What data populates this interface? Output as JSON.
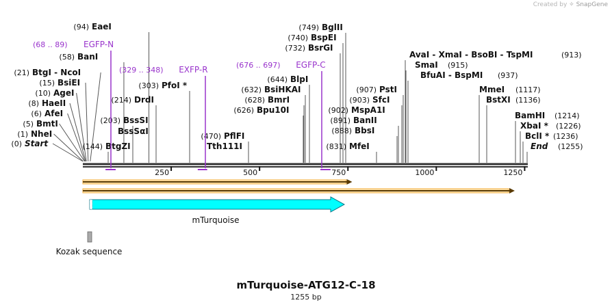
{
  "credit": {
    "text": "Created by",
    "brand": "SnapGene"
  },
  "title": "mTurquoise-ATG12-C-18",
  "subtitle": "1255 bp",
  "sequence_length": 1255,
  "colors": {
    "feature_cds": "#00ffff",
    "primer": "#9933cc",
    "orf": "#f5b041",
    "kozak": "#aaaaaa",
    "backbone": "#333333"
  },
  "ruler_ticks": [
    {
      "pos": 250,
      "label": "250"
    },
    {
      "pos": 500,
      "label": "500"
    },
    {
      "pos": 750,
      "label": "750"
    },
    {
      "pos": 1000,
      "label": "1000"
    },
    {
      "pos": 1250,
      "label": "1250"
    }
  ],
  "left_labels": [
    {
      "num": "(0)",
      "name": "Start",
      "italic": true,
      "pos": 0
    },
    {
      "num": "(1)",
      "name": "NheI",
      "pos": 1
    },
    {
      "num": "(5)",
      "name": "BmtI",
      "pos": 5
    },
    {
      "num": "(6)",
      "name": "AfeI",
      "pos": 6
    },
    {
      "num": "(8)",
      "name": "HaeII",
      "pos": 8
    },
    {
      "num": "(10)",
      "name": "AgeI",
      "pos": 10
    },
    {
      "num": "(15)",
      "name": "BsiEI",
      "pos": 15
    },
    {
      "num": "(21)",
      "name": "BtgI  -  NcoI",
      "pos": 21
    },
    {
      "num": "(58)",
      "name": "BanI",
      "pos": 58
    },
    {
      "num": "(94)",
      "name": "EaeI",
      "pos": 94
    }
  ],
  "mid_labels": [
    {
      "num": "(144)",
      "name": "BtgZI",
      "pos": 144,
      "num_first": true
    },
    {
      "num": "(203)",
      "name": "BssSI",
      "pos": 203,
      "num_first": true
    },
    {
      "num": "",
      "name": "BssSαI",
      "pos": 203,
      "num_first": true
    },
    {
      "num": "(214)",
      "name": "DrdI",
      "pos": 214,
      "num_first": true
    },
    {
      "num": "(303)",
      "name": "PfoI *",
      "pos": 303,
      "num_first": true
    },
    {
      "num": "(470)",
      "name": "PflFI",
      "pos": 470,
      "num_first": true
    },
    {
      "num": "",
      "name": "Tth111I",
      "pos": 470,
      "num_first": true
    },
    {
      "num": "(626)",
      "name": "Bpu10I",
      "pos": 626,
      "num_first": true
    },
    {
      "num": "(628)",
      "name": "BmrI",
      "pos": 628,
      "num_first": true
    },
    {
      "num": "(632)",
      "name": "BsiHKAI",
      "pos": 632,
      "num_first": true
    },
    {
      "num": "(644)",
      "name": "BlpI",
      "pos": 644,
      "num_first": true
    },
    {
      "num": "(732)",
      "name": "BsrGI",
      "pos": 732,
      "num_first": true
    },
    {
      "num": "(740)",
      "name": "BspEI",
      "pos": 740,
      "num_first": true
    },
    {
      "num": "(749)",
      "name": "BglII",
      "pos": 749,
      "num_first": true
    },
    {
      "num": "(831)",
      "name": "MfeI",
      "pos": 831,
      "num_first": true
    },
    {
      "num": "(888)",
      "name": "BbsI",
      "pos": 888,
      "num_first": true
    },
    {
      "num": "(891)",
      "name": "BanII",
      "pos": 891,
      "num_first": true
    },
    {
      "num": "(902)",
      "name": "MspA1I",
      "pos": 902,
      "num_first": true
    },
    {
      "num": "(903)",
      "name": "SfcI",
      "pos": 903,
      "num_first": true
    },
    {
      "num": "(907)",
      "name": "PstI",
      "pos": 907,
      "num_first": true
    }
  ],
  "right_labels": [
    {
      "name": "AvaI  -  XmaI  -  BsoBI  -  TspMI",
      "num": "(913)",
      "pos": 913
    },
    {
      "name": "SmaI",
      "num": "(915)",
      "pos": 915
    },
    {
      "name": "BfuAI  -  BspMI",
      "num": "(937)",
      "pos": 937
    },
    {
      "name": "MmeI",
      "num": "(1117)",
      "pos": 1117
    },
    {
      "name": "BstXI",
      "num": "(1136)",
      "pos": 1136
    },
    {
      "name": "BamHI",
      "num": "(1214)",
      "pos": 1214
    },
    {
      "name": "XbaI *",
      "num": "(1226)",
      "pos": 1226
    },
    {
      "name": "BclI *",
      "num": "(1236)",
      "pos": 1236
    },
    {
      "name": "End",
      "num": "(1255)",
      "pos": 1255,
      "italic": true
    }
  ],
  "primers": [
    {
      "range": "(68 .. 89)",
      "name": "EGFP-N",
      "start": 68,
      "end": 89
    },
    {
      "range": "(329 .. 348)",
      "name": "EXFP-R",
      "start": 329,
      "end": 348
    },
    {
      "range": "(676 .. 697)",
      "name": "EGFP-C",
      "start": 676,
      "end": 697
    }
  ],
  "orfs": [
    {
      "start": 0,
      "end": 760
    },
    {
      "start": 0,
      "end": 1220
    }
  ],
  "features": [
    {
      "name": "mTurquoise",
      "start": 20,
      "end": 740,
      "type": "cds"
    },
    {
      "name": "Kozak sequence",
      "start": 14,
      "end": 20,
      "type": "misc"
    }
  ]
}
